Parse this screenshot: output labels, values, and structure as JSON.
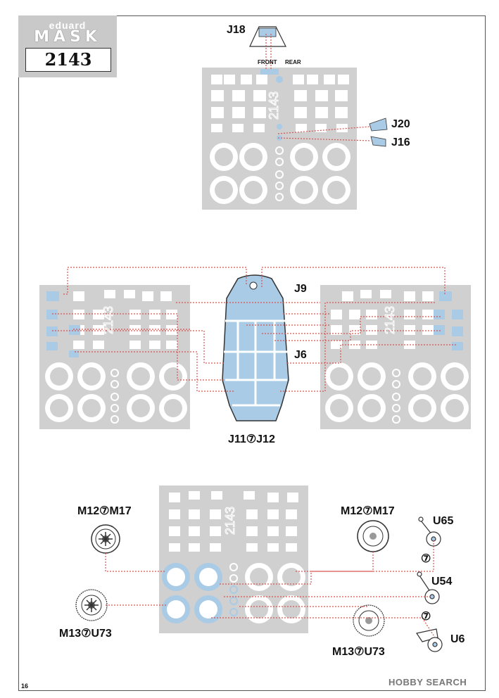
{
  "header": {
    "brand_top": "eduard",
    "brand_bottom": "MASK",
    "kit_number": "2143"
  },
  "labels": {
    "j18": "J18",
    "front": "FRONT",
    "rear": "REAR",
    "j20": "J20",
    "j16": "J16",
    "j9": "J9",
    "j6": "J6",
    "j11_j12": "J11⑦J12",
    "m12_m17_left": "M12⑦M17",
    "m12_m17_right": "M12⑦M17",
    "m13_u73_left": "M13⑦U73",
    "m13_u73_right": "M13⑦U73",
    "u65": "U65",
    "u54": "U54",
    "u6": "U6",
    "q1": "⑦",
    "q2": "⑦"
  },
  "sheet_text": "2143",
  "page_number": "16",
  "watermark": "HOBBY SEARCH",
  "colors": {
    "sheet": "#d0d0d0",
    "mask_blue": "#a9cbe6",
    "dotted_line": "#d9534f"
  }
}
